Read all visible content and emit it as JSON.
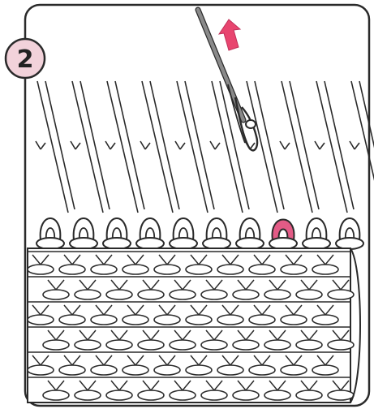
{
  "step_number": "2",
  "colors": {
    "background": "#ffffff",
    "line": "#2a2a2a",
    "step_badge_fill": "#f2d2da",
    "highlight_stitch": "#e35b86",
    "arrow": "#e8456f",
    "needle": "#8a8a8a"
  },
  "icons": [
    "needle-hook-icon",
    "pull-up-arrow-icon"
  ],
  "knitting": {
    "needle_count": 10,
    "highlighted_loop_index": 7,
    "fabric_rows": 6
  }
}
